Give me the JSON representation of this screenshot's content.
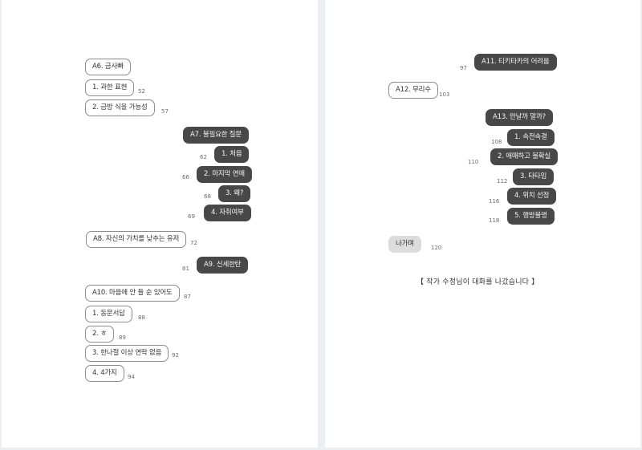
{
  "left_page": {
    "items": [
      {
        "text": "A6. 금사빠",
        "num": ""
      },
      {
        "text": "1. 과한 표현",
        "num": "52"
      },
      {
        "text": "2. 금방 식을 가능성",
        "num": "57"
      },
      {
        "text": "A7. 불필요한 질문",
        "num": ""
      },
      {
        "text": "1. 처음",
        "num": "62"
      },
      {
        "text": "2. 마지막 연애",
        "num": "66"
      },
      {
        "text": "3. 왜?",
        "num": "68"
      },
      {
        "text": "4. 자취여부",
        "num": "69"
      },
      {
        "text": "A8. 자신의 가치를 낮추는 유저",
        "num": "72"
      },
      {
        "text": "A9. 신세한탄",
        "num": "81"
      },
      {
        "text": "A10. 마음에 안 들 순 있어도",
        "num": "87"
      },
      {
        "text": "1. 동문서답",
        "num": "88"
      },
      {
        "text": "2. ㅎ",
        "num": "89"
      },
      {
        "text": "3. 한나절 이상 연락 없음",
        "num": "92"
      },
      {
        "text": "4. 4가지",
        "num": "94"
      }
    ]
  },
  "right_page": {
    "items": [
      {
        "text": "A11. 티키타카의 어려움",
        "num": "97"
      },
      {
        "text": "A12. 무리수",
        "num": "103"
      },
      {
        "text": "A13. 만날까 말까?",
        "num": ""
      },
      {
        "text": "1. 속전속결",
        "num": "108"
      },
      {
        "text": "2. 애매하고 불확실",
        "num": "110"
      },
      {
        "text": "3. 타타임",
        "num": "112"
      },
      {
        "text": "4. 위치 선정",
        "num": "116"
      },
      {
        "text": "5. 행방불명",
        "num": "118"
      },
      {
        "text": "나가며",
        "num": "120"
      }
    ],
    "notice": "【 작가 수정님이 대화를 나갔습니다 】"
  }
}
